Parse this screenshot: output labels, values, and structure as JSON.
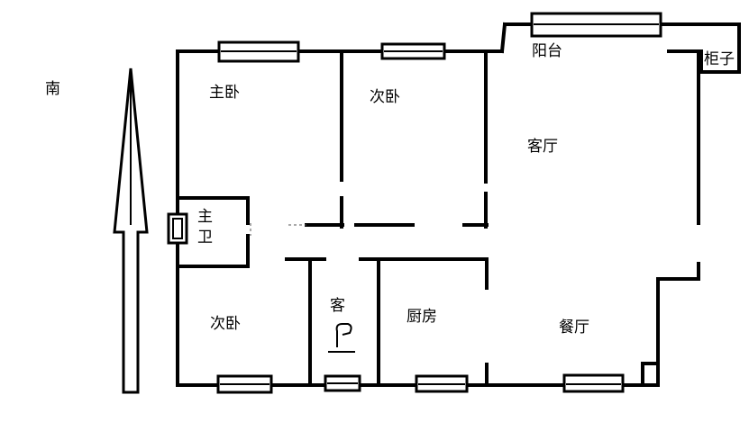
{
  "compass": {
    "label": "南"
  },
  "rooms": {
    "master_bedroom": "主卧",
    "second_bedroom_top": "次卧",
    "living_room": "客厅",
    "balcony": "阳台",
    "cabinet": "柜子",
    "master_bath_line1": "主",
    "master_bath_line2": "卫",
    "second_bedroom_bottom": "次卧",
    "guest_bath": "客",
    "kitchen": "厨房",
    "dining_room": "餐厅"
  },
  "colors": {
    "wall": "#000000",
    "background": "#ffffff"
  }
}
